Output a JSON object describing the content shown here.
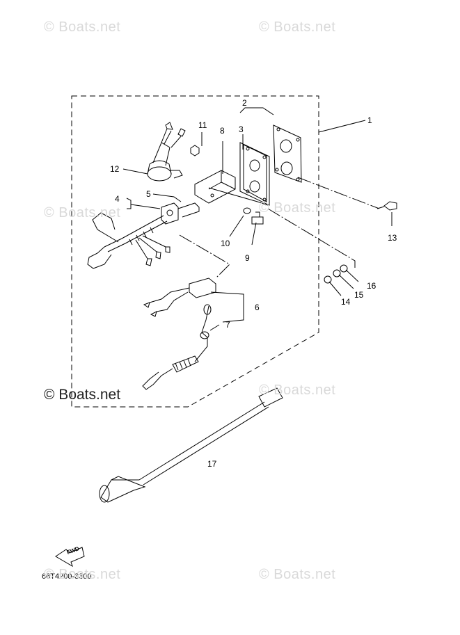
{
  "watermarks": {
    "text": "© Boats.net",
    "strong_text": "© Boats.net"
  },
  "callouts": [
    "1",
    "2",
    "3",
    "4",
    "5",
    "6",
    "7",
    "8",
    "9",
    "10",
    "11",
    "12",
    "13",
    "14",
    "15",
    "16",
    "17"
  ],
  "diagram_code": "66T4200-3300",
  "fwd_label": "FWD"
}
